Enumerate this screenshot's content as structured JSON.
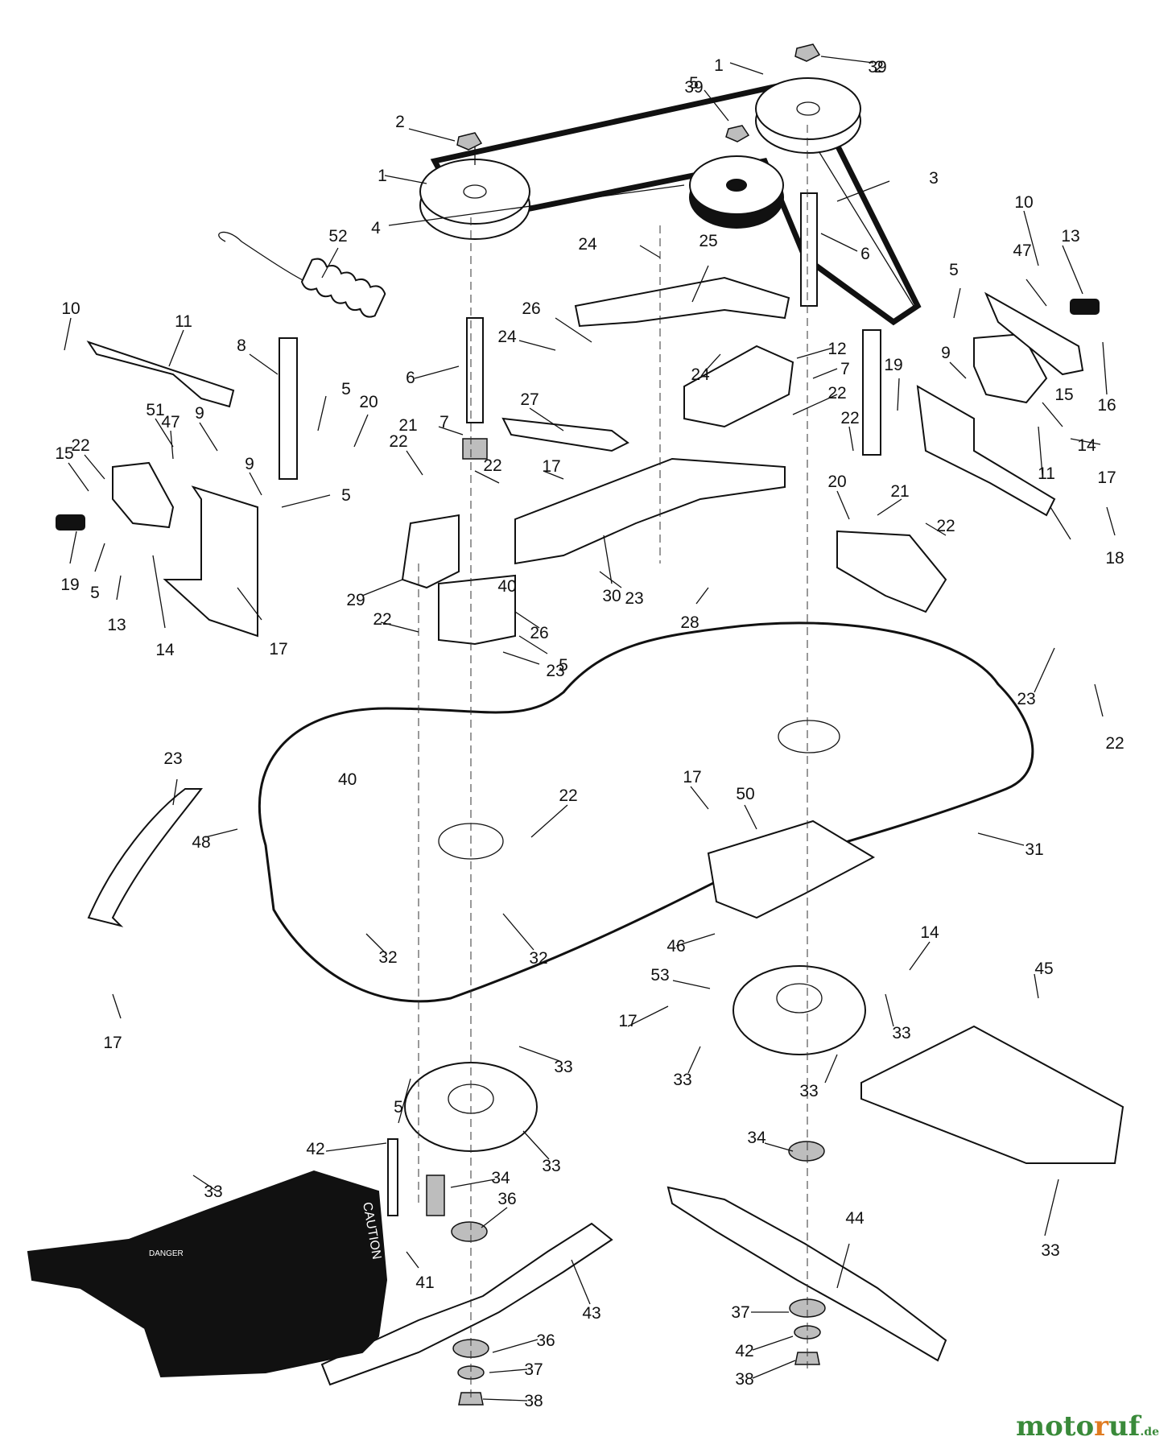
{
  "diagram": {
    "callouts": [
      "1",
      "1",
      "2",
      "2",
      "3",
      "4",
      "5",
      "6",
      "24",
      "25",
      "52",
      "10",
      "11",
      "8",
      "6",
      "26",
      "24",
      "12",
      "7",
      "24",
      "22",
      "5",
      "47",
      "13",
      "10",
      "9",
      "19",
      "15",
      "16",
      "14",
      "11",
      "17",
      "18",
      "51",
      "9",
      "5",
      "20",
      "21",
      "7",
      "22",
      "27",
      "17",
      "22",
      "22",
      "20",
      "21",
      "22",
      "22",
      "15",
      "47",
      "9",
      "5",
      "19",
      "5",
      "13",
      "14",
      "17",
      "29",
      "30",
      "23",
      "28",
      "5",
      "26",
      "22",
      "23",
      "23",
      "22",
      "23",
      "48",
      "22",
      "17",
      "50",
      "31",
      "32",
      "32",
      "17",
      "46",
      "53",
      "33",
      "45",
      "33",
      "17",
      "33",
      "33",
      "14",
      "33",
      "33",
      "5",
      "34",
      "42",
      "33",
      "34",
      "36",
      "43",
      "44",
      "41",
      "36",
      "37",
      "37",
      "42",
      "38",
      "38",
      "39",
      "39",
      "40",
      "40",
      "2",
      "5",
      "22"
    ],
    "labels": {
      "caution": "CAUTION",
      "danger": "DANGER",
      "deck_mark": "40"
    }
  },
  "watermark": {
    "text_green": "moto",
    "text_orange": "r",
    "text_green2": "uf",
    "suffix": ".de"
  },
  "colors": {
    "ink": "#111111",
    "watermark_green": "#3a8a3a",
    "watermark_orange": "#e07b20"
  }
}
